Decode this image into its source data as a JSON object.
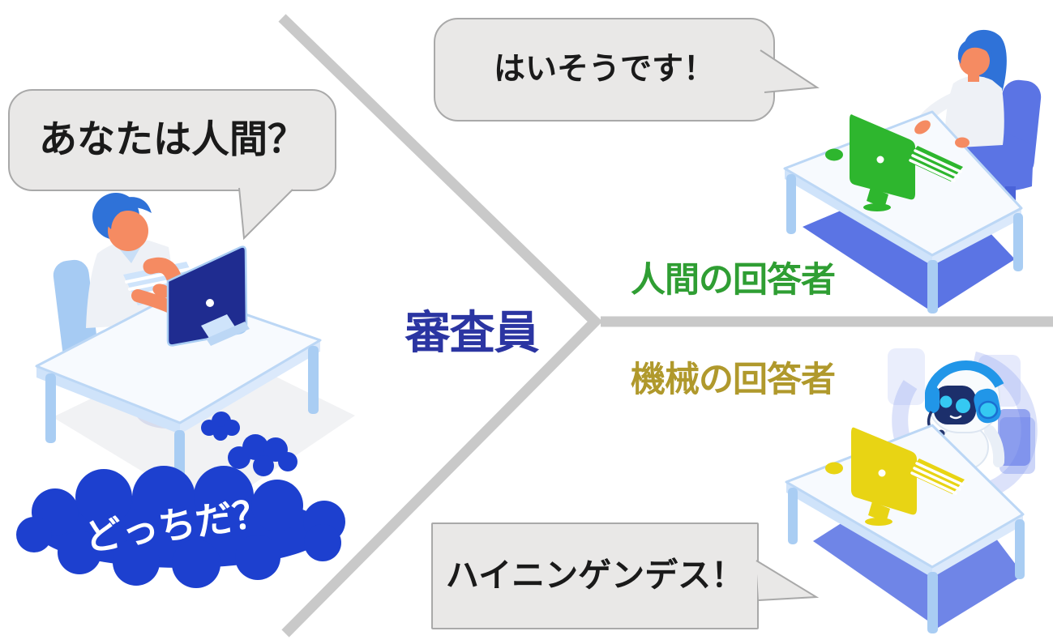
{
  "judge": {
    "label": "審査員",
    "speech": "あなたは人間？",
    "thought": "どっちだ？"
  },
  "human_responder": {
    "label": "人間の回答者",
    "speech": "はいそうです！"
  },
  "machine_responder": {
    "label": "機械の回答者",
    "speech": "ハイニンゲンデス！"
  },
  "colors": {
    "judge-label": "#2b35a2",
    "human-label": "#2f9e33",
    "machine-label": "#b0992c",
    "bubble-fill": "#e9e8e7",
    "bubble-border": "#a9a9a9",
    "bubble-text": "#1a1a1a",
    "divider-line": "#c9c9c9",
    "thought-cloud": "#1d40cf",
    "thought-text": "#ffffff",
    "judge-monitor": "#1f2c90",
    "human-monitor": "#2eb62e",
    "machine-monitor": "#e8d414",
    "desk-top": "#f7fafe",
    "desk-edge": "#bcd7f5",
    "desk-leg": "#a9cdf3",
    "under-desk-panel": "#5b74e4",
    "skin": "#f58b62",
    "hair-blue": "#2f72d8",
    "chair-blue": "#5b74e4",
    "robot-accent": "#2196e8",
    "robot-eye": "#35c9f2"
  }
}
